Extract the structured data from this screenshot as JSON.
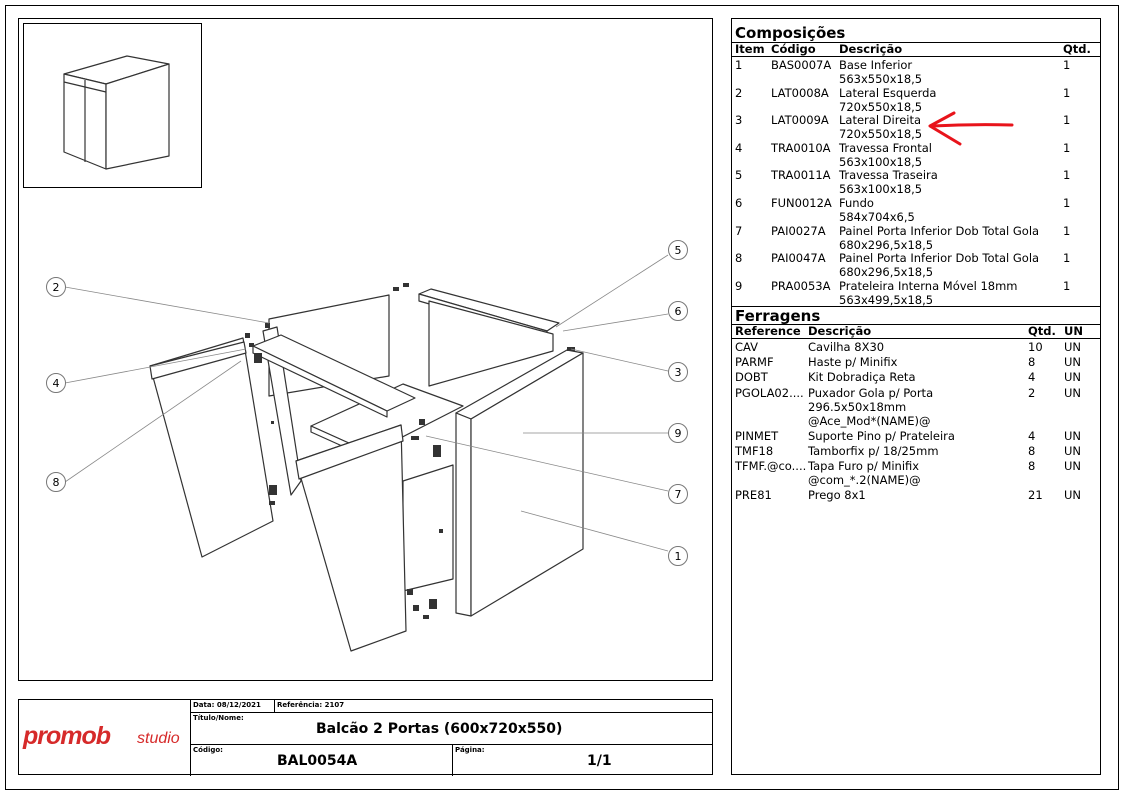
{
  "titleblock": {
    "date_label": "Data:",
    "date": "08/12/2021",
    "ref_label": "Referência:",
    "ref": "2107",
    "title_label": "Título/Nome:",
    "title": "Balcão 2 Portas (600x720x550)",
    "code_label": "Código:",
    "code": "BAL0054A",
    "page_label": "Página:",
    "page": "1/1",
    "logo_main": "promob",
    "logo_sub": "studio",
    "logo_color": "#d62a2a"
  },
  "composicoes": {
    "title": "Composições",
    "headers": {
      "item": "Item",
      "code": "Código",
      "desc": "Descrição",
      "qty": "Qtd."
    },
    "rows": [
      {
        "item": "1",
        "code": "BAS0007A",
        "desc": "Base Inferior",
        "dim": "563x550x18,5",
        "qty": "1"
      },
      {
        "item": "2",
        "code": "LAT0008A",
        "desc": "Lateral Esquerda",
        "dim": "720x550x18,5",
        "qty": "1"
      },
      {
        "item": "3",
        "code": "LAT0009A",
        "desc": "Lateral Direita",
        "dim": "720x550x18,5",
        "qty": "1"
      },
      {
        "item": "4",
        "code": "TRA0010A",
        "desc": "Travessa Frontal",
        "dim": "563x100x18,5",
        "qty": "1"
      },
      {
        "item": "5",
        "code": "TRA0011A",
        "desc": "Travessa Traseira",
        "dim": "563x100x18,5",
        "qty": "1"
      },
      {
        "item": "6",
        "code": "FUN0012A",
        "desc": "Fundo",
        "dim": "584x704x6,5",
        "qty": "1"
      },
      {
        "item": "7",
        "code": "PAI0027A",
        "desc": "Painel Porta Inferior Dob Total Gola",
        "dim": "680x296,5x18,5",
        "qty": "1"
      },
      {
        "item": "8",
        "code": "PAI0047A",
        "desc": "Painel Porta Inferior Dob Total Gola",
        "dim": "680x296,5x18,5",
        "qty": "1"
      },
      {
        "item": "9",
        "code": "PRA0053A",
        "desc": "Prateleira Interna Móvel 18mm",
        "dim": "563x499,5x18,5",
        "qty": "1"
      }
    ]
  },
  "ferragens": {
    "title": "Ferragens",
    "headers": {
      "ref": "Reference",
      "desc": "Descrição",
      "qty": "Qtd.",
      "un": "UN"
    },
    "rows": [
      {
        "ref": "CAV",
        "desc": "Cavilha 8X30",
        "desc2": "",
        "desc3": "",
        "qty": "10",
        "un": "UN"
      },
      {
        "ref": "PARMF",
        "desc": "Haste p/ Minifix",
        "desc2": "",
        "desc3": "",
        "qty": "8",
        "un": "UN"
      },
      {
        "ref": "DOBT",
        "desc": "Kit Dobradiça Reta",
        "desc2": "",
        "desc3": "",
        "qty": "4",
        "un": "UN"
      },
      {
        "ref": "PGOLA02....",
        "desc": "Puxador Gola p/ Porta",
        "desc2": "296.5x50x18mm",
        "desc3": "@Ace_Mod*(NAME)@",
        "qty": "2",
        "un": "UN"
      },
      {
        "ref": "PINMET",
        "desc": "Suporte Pino p/ Prateleira",
        "desc2": "",
        "desc3": "",
        "qty": "4",
        "un": "UN"
      },
      {
        "ref": "TMF18",
        "desc": "Tamborfix p/ 18/25mm",
        "desc2": "",
        "desc3": "",
        "qty": "8",
        "un": "UN"
      },
      {
        "ref": "TFMF.@co....",
        "desc": "Tapa Furo p/ Minifix",
        "desc2": "@com_*.2(NAME)@",
        "desc3": "",
        "qty": "8",
        "un": "UN"
      },
      {
        "ref": "PRE81",
        "desc": "Prego 8x1",
        "desc2": "",
        "desc3": "",
        "qty": "21",
        "un": "UN"
      }
    ]
  },
  "balloons": [
    "1",
    "2",
    "3",
    "4",
    "5",
    "6",
    "7",
    "8",
    "9"
  ],
  "annotation_color": "#e8141b"
}
